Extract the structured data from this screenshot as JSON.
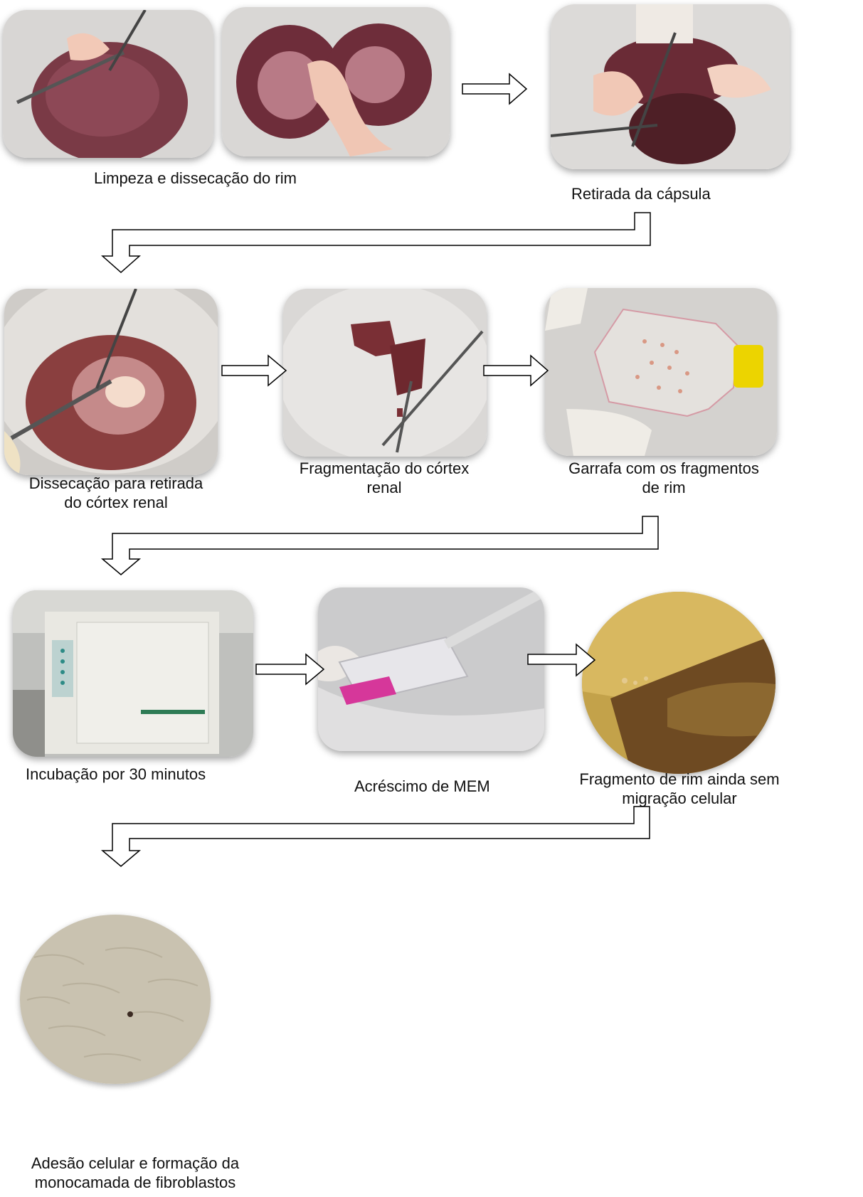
{
  "steps": [
    {
      "id": "s1",
      "caption": "Limpeza e dissecação do rim",
      "image": "kidney-cleaning-photo"
    },
    {
      "id": "s2",
      "caption": "Retirada da cápsula",
      "image": "capsule-removal-photo"
    },
    {
      "id": "s3",
      "caption": "Dissecação para retirada\ndo córtex renal",
      "image": "cortex-dissection-photo"
    },
    {
      "id": "s4",
      "caption": "Fragmentação do córtex\nrenal",
      "image": "cortex-fragmentation-photo"
    },
    {
      "id": "s5",
      "caption": "Garrafa com os fragmentos\nde rim",
      "image": "culture-flask-photo"
    },
    {
      "id": "s6",
      "caption": "Incubação por 30 minutos",
      "image": "incubator-photo"
    },
    {
      "id": "s7",
      "caption": "Acréscimo de MEM",
      "image": "mem-addition-photo"
    },
    {
      "id": "s8",
      "caption": "Fragmento de rim ainda sem\nmigração celular",
      "image": "microscopy-fragment-photo"
    },
    {
      "id": "s9",
      "caption": "Adesão celular e formação da\nmonocamada de fibroblastos",
      "image": "microscopy-monolayer-photo"
    }
  ],
  "colors": {
    "arrow_stroke": "#000000",
    "arrow_fill": "#ffffff"
  }
}
